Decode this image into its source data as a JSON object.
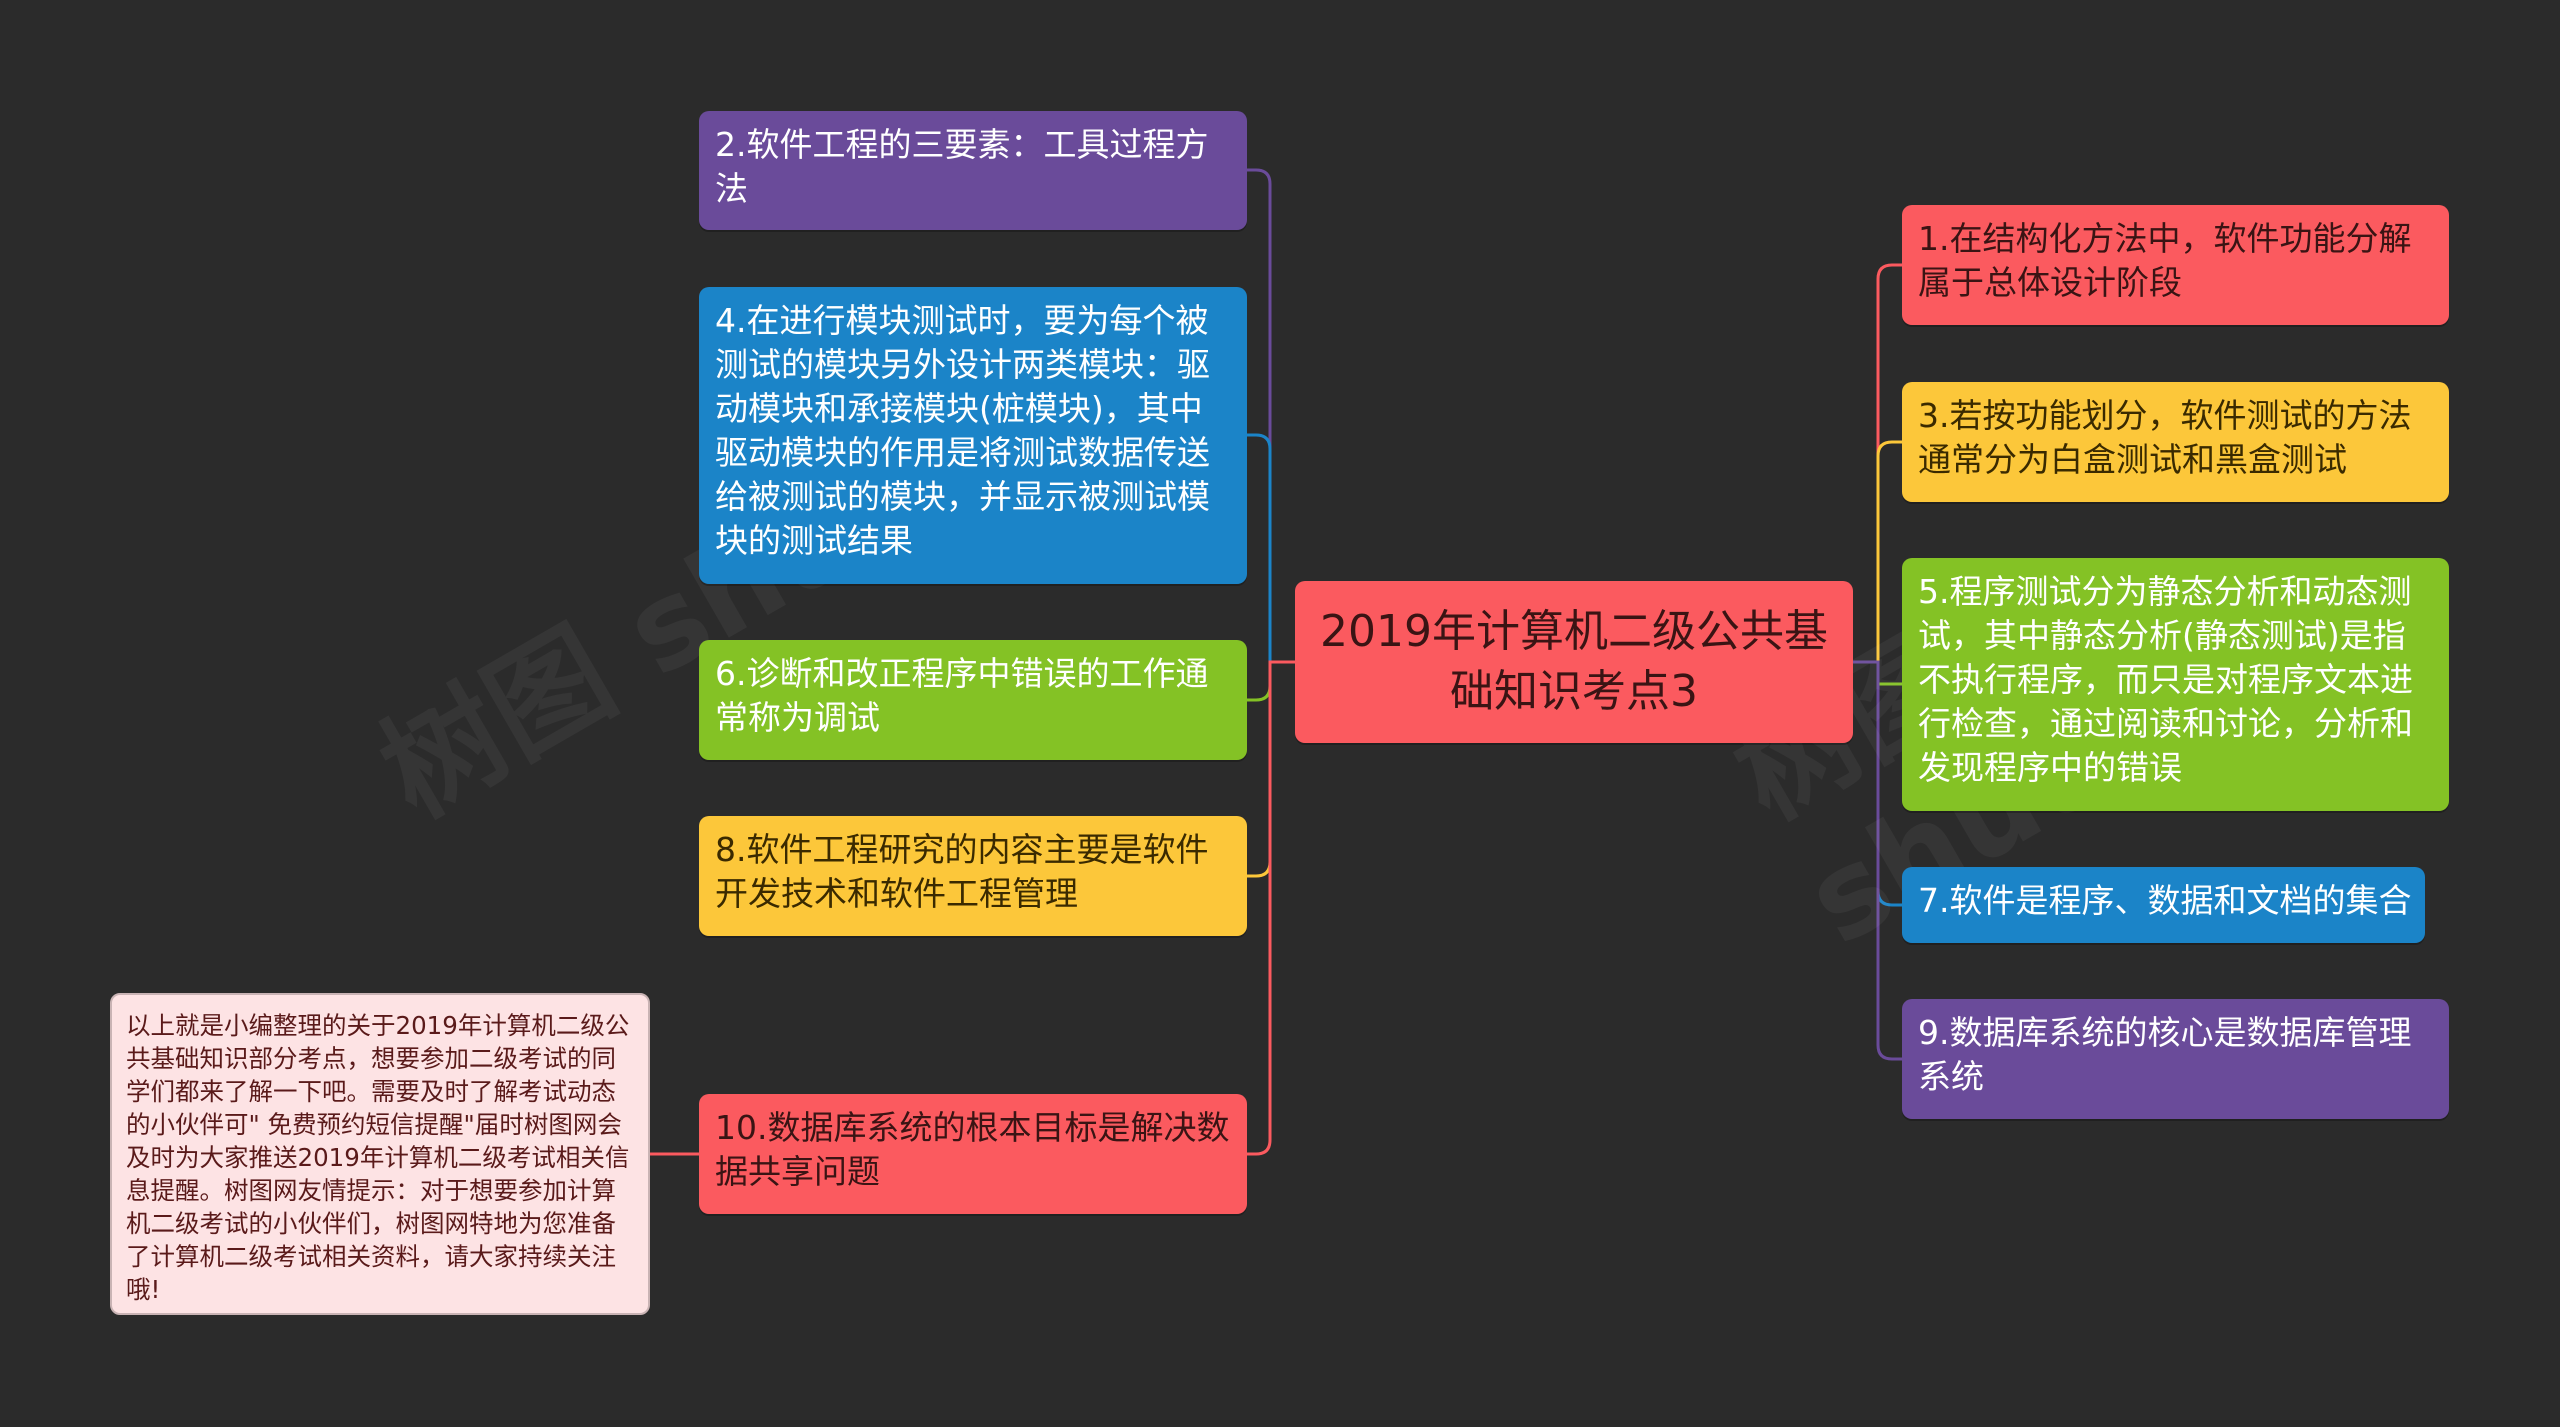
{
  "center": {
    "text": "2019年计算机二级公共基础知识考点3"
  },
  "left_nodes": [
    {
      "id": "n2",
      "text": "2.软件工程的三要素：工具过程方法",
      "color": "#6a4b9a"
    },
    {
      "id": "n4",
      "text": "4.在进行模块测试时，要为每个被测试的模块另外设计两类模块：驱动模块和承接模块(桩模块)，其中驱动模块的作用是将测试数据传送给被测试的模块，并显示被测试模块的测试结果",
      "color": "#1b84c8"
    },
    {
      "id": "n6",
      "text": "6.诊断和改正程序中错误的工作通常称为调试",
      "color": "#84c225"
    },
    {
      "id": "n8",
      "text": "8.软件工程研究的内容主要是软件开发技术和软件工程管理",
      "color": "#fcc73a"
    },
    {
      "id": "n10",
      "text": "10.数据库系统的根本目标是解决数据共享问题",
      "color": "#fb5a5f"
    }
  ],
  "right_nodes": [
    {
      "id": "n1",
      "text": "1.在结构化方法中，软件功能分解属于总体设计阶段",
      "color": "#fb5a5f"
    },
    {
      "id": "n3",
      "text": "3.若按功能划分，软件测试的方法通常分为白盒测试和黑盒测试",
      "color": "#fcc73a"
    },
    {
      "id": "n5",
      "text": "5.程序测试分为静态分析和动态测试，其中静态分析(静态测试)是指不执行程序，而只是对程序文本进行检查，通过阅读和讨论，分析和发现程序中的错误",
      "color": "#84c225"
    },
    {
      "id": "n7",
      "text": "7.软件是程序、数据和文档的集合",
      "color": "#1b84c8"
    },
    {
      "id": "n9",
      "text": "9.数据库系统的核心是数据库管理系统",
      "color": "#6a4b9a"
    }
  ],
  "note": {
    "text": "以上就是小编整理的关于2019年计算机二级公共基础知识部分考点，想要参加二级考试的同学们都来了解一下吧。需要及时了解考试动态的小伙伴可\" 免费预约短信提醒\"届时树图网会及时为大家推送2019年计算机二级考试相关信息提醒。树图网友情提示：对于想要参加计算机二级考试的小伙伴们，树图网特地为您准备了计算机二级考试相关资料，请大家持续关注哦!",
    "color": "#fde3e4"
  },
  "watermark": {
    "text": "树图 shutu.cn"
  }
}
